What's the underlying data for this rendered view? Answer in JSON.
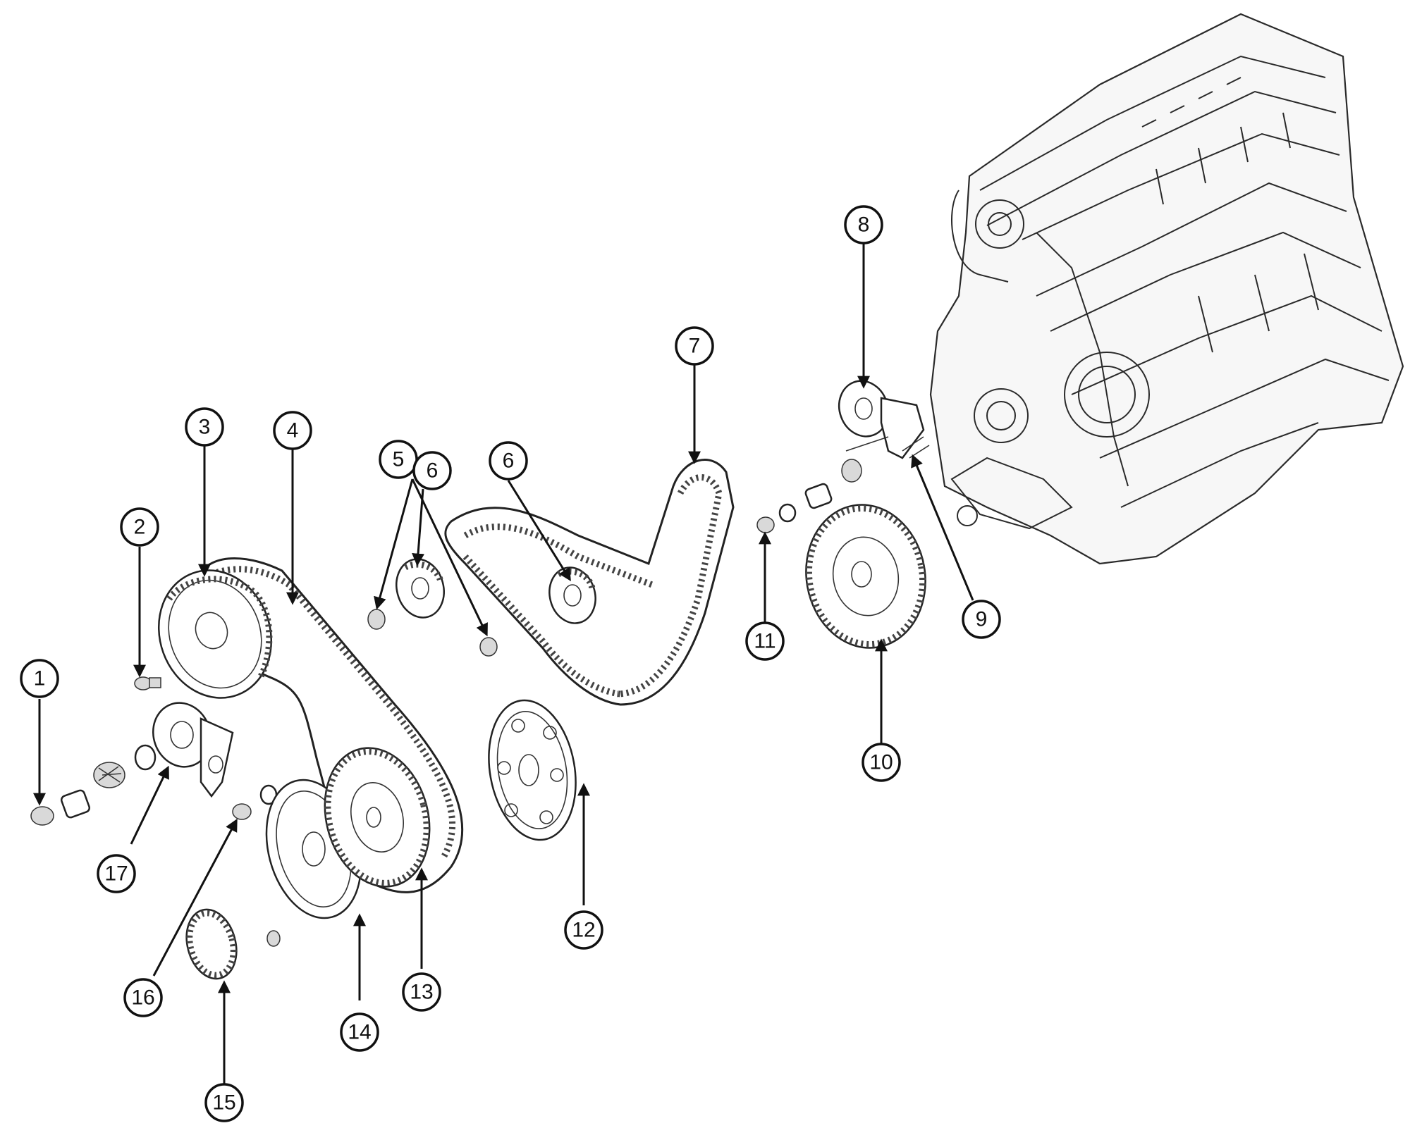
{
  "callouts": [
    {
      "id": "1",
      "label": "1"
    },
    {
      "id": "2",
      "label": "2"
    },
    {
      "id": "3",
      "label": "3"
    },
    {
      "id": "4",
      "label": "4"
    },
    {
      "id": "5",
      "label": "5"
    },
    {
      "id": "6a",
      "label": "6"
    },
    {
      "id": "6b",
      "label": "6"
    },
    {
      "id": "7",
      "label": "7"
    },
    {
      "id": "8",
      "label": "8"
    },
    {
      "id": "9",
      "label": "9"
    },
    {
      "id": "10",
      "label": "10"
    },
    {
      "id": "11",
      "label": "11"
    },
    {
      "id": "12",
      "label": "12"
    },
    {
      "id": "13",
      "label": "13"
    },
    {
      "id": "14",
      "label": "14"
    },
    {
      "id": "15",
      "label": "15"
    },
    {
      "id": "16",
      "label": "16"
    },
    {
      "id": "17",
      "label": "17"
    }
  ]
}
